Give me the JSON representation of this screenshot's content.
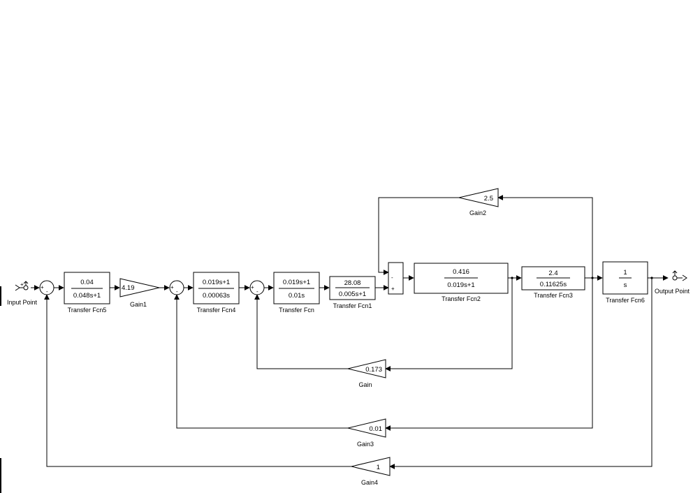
{
  "diagram": {
    "ports": {
      "input": {
        "label": "Input Point"
      },
      "output": {
        "label": "Output Point"
      }
    },
    "transfer_functions": [
      {
        "id": "tf5",
        "name": "Transfer Fcn5",
        "num": "0.04",
        "den": "0.048s+1"
      },
      {
        "id": "tf4",
        "name": "Transfer Fcn4",
        "num": "0.019s+1",
        "den": "0.00063s"
      },
      {
        "id": "tf",
        "name": "Transfer Fcn",
        "num": "0.019s+1",
        "den": "0.01s"
      },
      {
        "id": "tf1",
        "name": "Transfer Fcn1",
        "num": "28.08",
        "den": "0.005s+1"
      },
      {
        "id": "tf2",
        "name": "Transfer Fcn2",
        "num": "0.416",
        "den": "0.019s+1"
      },
      {
        "id": "tf3",
        "name": "Transfer Fcn3",
        "num": "2.4",
        "den": "0.11625s"
      },
      {
        "id": "tf6",
        "name": "Transfer Fcn6",
        "num": "1",
        "den": "s"
      }
    ],
    "gains": [
      {
        "id": "gain1",
        "name": "Gain1",
        "value": "4.19"
      },
      {
        "id": "gain2",
        "name": "Gain2",
        "value": "2.5"
      },
      {
        "id": "gain",
        "name": "Gain",
        "value": "0.173"
      },
      {
        "id": "gain3",
        "name": "Gain3",
        "value": "0.01"
      },
      {
        "id": "gain4",
        "name": "Gain4",
        "value": "1"
      }
    ],
    "sum_signs": {
      "sum1": [
        "+",
        "-"
      ],
      "sum2": [
        "+",
        "-"
      ],
      "sum3": [
        "+",
        "-"
      ],
      "sum4": [
        "-",
        "+"
      ]
    }
  }
}
